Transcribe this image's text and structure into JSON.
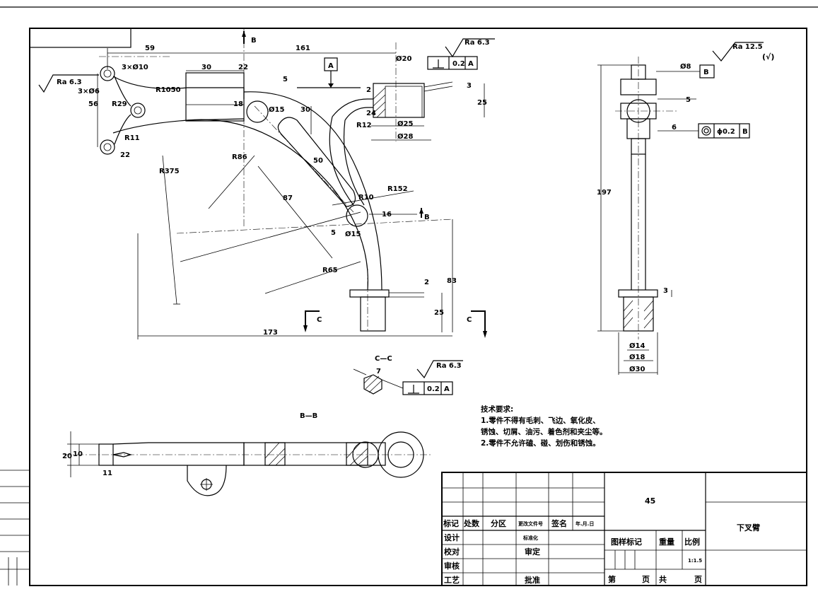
{
  "title_block": {
    "material": "45",
    "part_name": "下叉臂",
    "headers": {
      "mark": "标记",
      "count": "处数",
      "zone": "分区",
      "change_doc": "更改文件号",
      "signature": "签名",
      "date": "年.月.日"
    },
    "roles": {
      "design": "设计",
      "check": "校对",
      "review": "审核",
      "process": "工艺",
      "standardize": "标准化",
      "approve_audit": "审定",
      "approve": "批准"
    },
    "drawing_mark": "图样标记",
    "weight": "重量",
    "scale_label": "比例",
    "scale_value": "1:1.5",
    "sheet_no": "第",
    "sheet_page": "页",
    "sheets_total": "共",
    "sheets_page": "页"
  },
  "tech_notes": {
    "heading": "技术要求:",
    "line1": "1.零件不得有毛刺、飞边、氧化皮、",
    "line2": "锈蚀、切屑、油污、着色剂和夹尘等。",
    "line3": "2.零件不允许磕、碰、划伤和锈蚀。"
  },
  "section_labels": {
    "bb": "B—B",
    "cc": "C—C",
    "b_mark": "B",
    "c_mark": "C",
    "a_datum": "A",
    "b_datum": "B"
  },
  "roughness": {
    "ra63_a": "Ra  6.3",
    "ra63_b": "Ra  6.3",
    "ra63_c": "Ra  6.3",
    "ra125": "Ra  12.5",
    "ra_general": "(√)"
  },
  "tolerances": {
    "perp_value": "0.2",
    "perp_datum": "A",
    "perp_value_cc": "0.2",
    "perp_datum_cc": "A",
    "coax_value": "ϕ0.2",
    "coax_datum": "B"
  },
  "dimensions": {
    "d59": "59",
    "d161": "161",
    "d30": "30",
    "d22": "22",
    "d5": "5",
    "d18": "18",
    "phi15a": "Ø15",
    "d30b": "30",
    "three_phi10": "3×Ø10",
    "three_phi6": "3×Ø6",
    "r1050": "R1050",
    "d56": "56",
    "r29": "R29",
    "r11": "R11",
    "d22b": "22",
    "r375": "R375",
    "r86": "R86",
    "d50": "50",
    "d87": "87",
    "r10": "R10",
    "r152": "R152",
    "d16": "16",
    "phi15b": "Ø15",
    "d5b": "5",
    "r65": "R65",
    "d173": "173",
    "d2": "2",
    "d25": "25",
    "d83": "83",
    "phi20": "Ø20",
    "d2b": "2",
    "d24": "24",
    "r12": "R12",
    "phi25": "Ø25",
    "phi28": "Ø28",
    "d3": "3",
    "d25b": "25",
    "phi8": "Ø8",
    "d5c": "5",
    "d6": "6",
    "d197": "197",
    "d3b": "3",
    "phi14": "Ø14",
    "phi18": "Ø18",
    "phi30": "Ø30",
    "d7": "7",
    "d20": "20",
    "d10": "10",
    "d11": "11"
  }
}
